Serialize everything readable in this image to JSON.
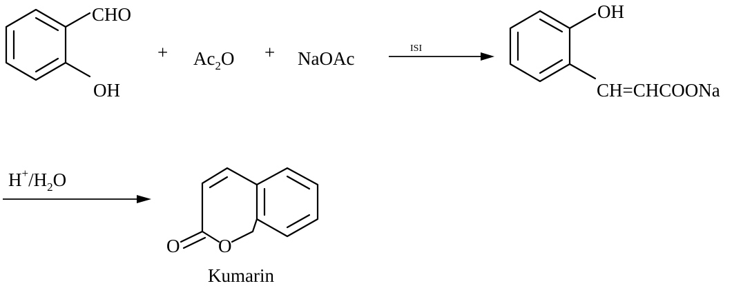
{
  "reactant1": {
    "top_group": "CHO",
    "bottom_group": "OH"
  },
  "plus_1": "+",
  "reagent_ac2o": {
    "base": "Ac",
    "sub": "2",
    "tail": "O"
  },
  "plus_2": "+",
  "reagent_naoac": "NaOAc",
  "arrow1": {
    "condition": "ISI"
  },
  "product1": {
    "top_group": "OH",
    "side_group": "CH=CHCOONa"
  },
  "arrow2": {
    "h": "H",
    "sup": "+",
    "sep": "/H",
    "sub": "2",
    "tail": "O"
  },
  "product2": {
    "carbonyl_o": "O",
    "ring_o": "O",
    "name": "Kumarin"
  }
}
